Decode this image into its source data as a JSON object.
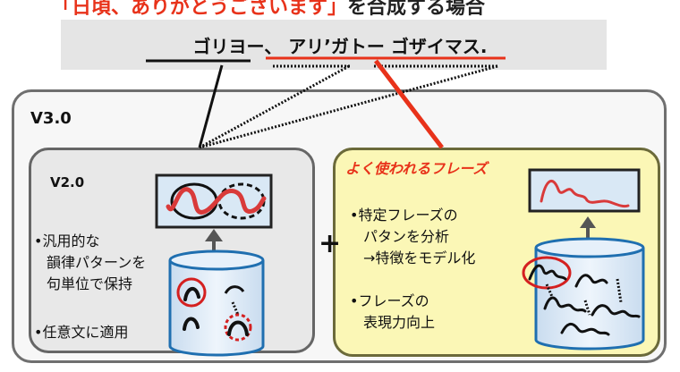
{
  "headline": {
    "part1": "「日頃、ありがとうございます」",
    "part2": "を合成する場合"
  },
  "phrase": "ゴリヨー、 アリ’ガトー ゴザイマス.",
  "outer_label": "V3.0",
  "v2": {
    "label": "V2.0",
    "bullet1_lines": [
      "•汎用的な",
      "韻律パターンを",
      "句単位で保持"
    ],
    "bullet2": "•任意文に適用"
  },
  "plus": "+",
  "phrase_model": {
    "title": "よく使われるフレーズ",
    "bullet1_lines": [
      "•特定フレーズの",
      "パタンを分析",
      "→特徴をモデル化"
    ],
    "bullet2_lines": [
      "•フレーズの",
      "表現力向上"
    ]
  },
  "colors": {
    "accent_red": "#e8321a",
    "box_gray": "#e8e8e8",
    "box_yellow": "#fbf7b6",
    "screen_blue": "#d9e8f5",
    "db_blue": "#1f6fb0"
  }
}
